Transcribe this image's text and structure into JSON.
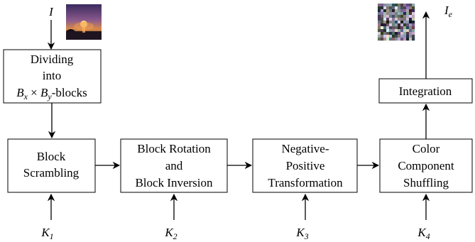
{
  "input": {
    "label_main": "I",
    "image": "sunset-photo"
  },
  "output": {
    "label_main": "I",
    "label_sub": "e",
    "image": "noise-pattern"
  },
  "divide": {
    "line1": "Dividing",
    "line2": "into",
    "line3_a": "B",
    "line3_a_sub": "x",
    "line3_times": " × ",
    "line3_b": "B",
    "line3_b_sub": "y",
    "line3_suffix": "-blocks"
  },
  "steps": [
    {
      "lines": [
        "Block",
        "Scrambling"
      ],
      "key": "K",
      "key_sub": "1"
    },
    {
      "lines": [
        "Block Rotation",
        "and",
        "Block Inversion"
      ],
      "key": "K",
      "key_sub": "2"
    },
    {
      "lines": [
        "Negative-",
        "Positive",
        "Transformation"
      ],
      "key": "K",
      "key_sub": "3"
    },
    {
      "lines": [
        "Color",
        "Component",
        "Shuffling"
      ],
      "key": "K",
      "key_sub": "4"
    }
  ],
  "integration": {
    "label": "Integration"
  }
}
